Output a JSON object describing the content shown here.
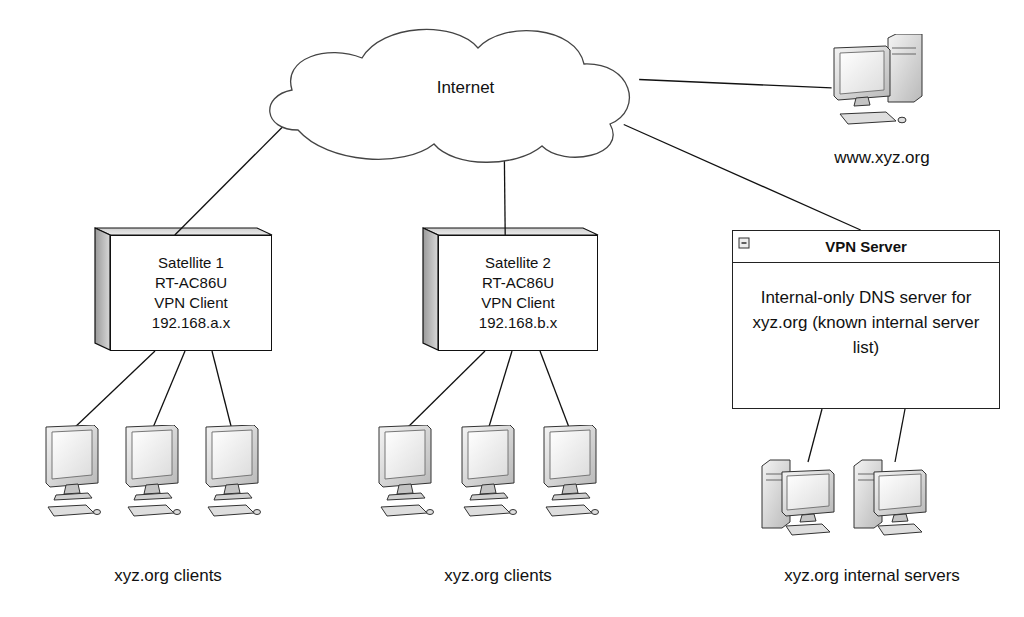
{
  "diagram": {
    "nodes": [
      {
        "text": [
          "Internet"
        ]
      },
      {
        "text": [
          "www.xyz.org"
        ]
      },
      {
        "text": [
          "Satellite 1 RT-AC86U VPN Client 192.168.a.x"
        ]
      },
      {
        "text": [
          "Satellite 2 RT-AC86U VPN Client 192.168.b.x"
        ]
      },
      {
        "text": [
          "VPN Server",
          "Internal-only DNS server for xyz.org (known internal server list)"
        ]
      }
    ],
    "edges": [
      {
        "from": 0,
        "to": 1,
        "arrow": "none"
      },
      {
        "from": 0,
        "to": 2,
        "arrow": "none"
      },
      {
        "from": 0,
        "to": 3,
        "arrow": "none"
      },
      {
        "from": 0,
        "to": 4,
        "arrow": "none"
      }
    ],
    "labels": [
      "xyz.org clients",
      "xyz.org clients",
      "xyz.org internal servers"
    ]
  }
}
